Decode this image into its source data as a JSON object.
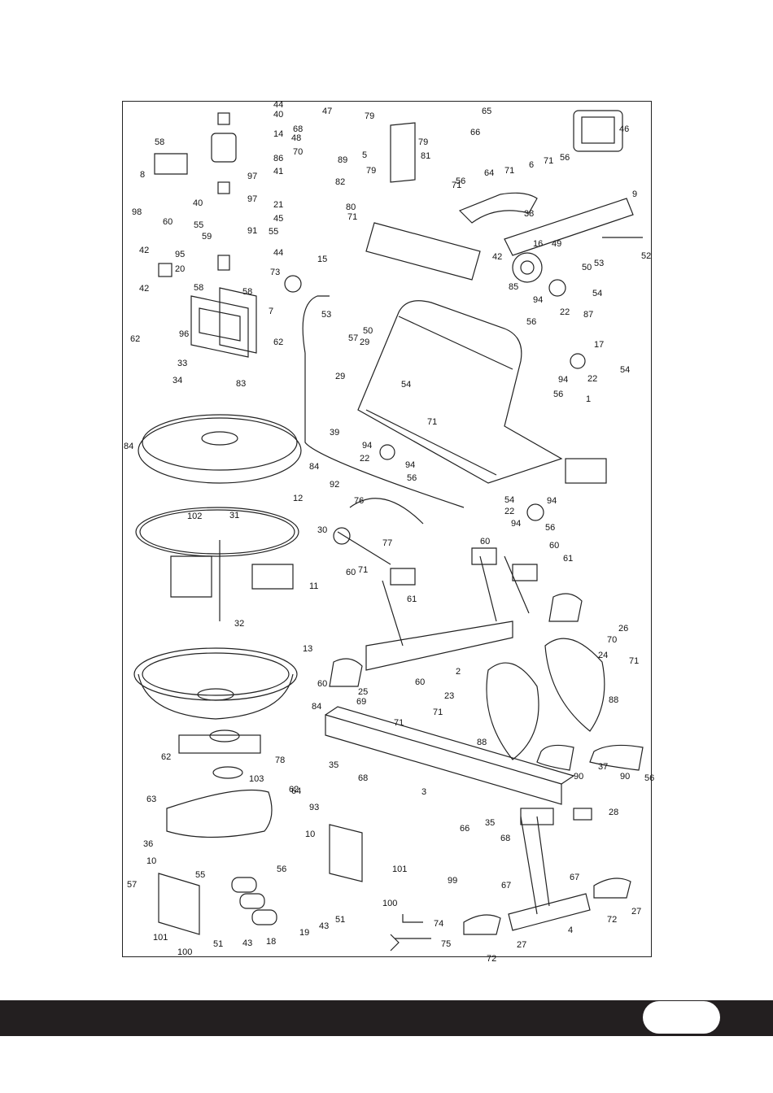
{
  "diagram": {
    "labels": [
      "1",
      "2",
      "3",
      "4",
      "5",
      "6",
      "7",
      "8",
      "9",
      "10",
      "10",
      "11",
      "12",
      "13",
      "14",
      "15",
      "16",
      "17",
      "18",
      "19",
      "20",
      "21",
      "22",
      "22",
      "22",
      "22",
      "23",
      "24",
      "25",
      "26",
      "27",
      "27",
      "28",
      "29",
      "29",
      "30",
      "31",
      "32",
      "33",
      "34",
      "35",
      "35",
      "36",
      "37",
      "38",
      "39",
      "40",
      "40",
      "41",
      "42",
      "42",
      "42",
      "43",
      "43",
      "44",
      "44",
      "45",
      "46",
      "47",
      "48",
      "49",
      "50",
      "50",
      "51",
      "51",
      "52",
      "53",
      "53",
      "54",
      "54",
      "54",
      "54",
      "55",
      "55",
      "55",
      "56",
      "56",
      "56",
      "56",
      "56",
      "56",
      "56",
      "56",
      "57",
      "57",
      "58",
      "58",
      "58",
      "59",
      "60",
      "60",
      "60",
      "60",
      "60",
      "60",
      "61",
      "61",
      "62",
      "62",
      "62",
      "62",
      "63",
      "64",
      "64",
      "65",
      "66",
      "66",
      "67",
      "67",
      "68",
      "68",
      "68",
      "69",
      "70",
      "70",
      "71",
      "71",
      "71",
      "71",
      "71",
      "71",
      "71",
      "71",
      "71",
      "72",
      "72",
      "73",
      "74",
      "75",
      "76",
      "77",
      "78",
      "79",
      "79",
      "79",
      "80",
      "81",
      "82",
      "83",
      "84",
      "84",
      "84",
      "85",
      "86",
      "87",
      "88",
      "88",
      "89",
      "90",
      "90",
      "91",
      "92",
      "93",
      "94",
      "94",
      "94",
      "94",
      "94",
      "94",
      "95",
      "96",
      "97",
      "97",
      "98",
      "99",
      "100",
      "100",
      "101",
      "101",
      "102",
      "103"
    ]
  },
  "footer": {
    "bar_color": "#231f20",
    "badge_color": "#ffffff"
  }
}
